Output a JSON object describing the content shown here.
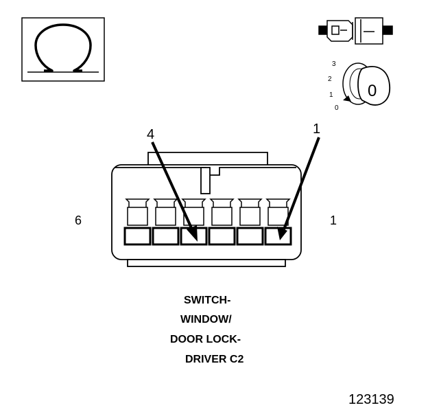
{
  "symbol": {
    "glyph": "Ω",
    "icon": "ohm-icon"
  },
  "key_positions": [
    "3",
    "2",
    "1",
    "0"
  ],
  "key_label": "0",
  "pin_callouts": {
    "left": "4",
    "right": "1"
  },
  "end_labels": {
    "left": "6",
    "right": "1"
  },
  "caption": [
    "SWITCH-",
    "WINDOW/",
    "DOOR LOCK-",
    "DRIVER C2"
  ],
  "figure_number": "123139",
  "colors": {
    "ink": "#000000",
    "paper": "#ffffff"
  }
}
